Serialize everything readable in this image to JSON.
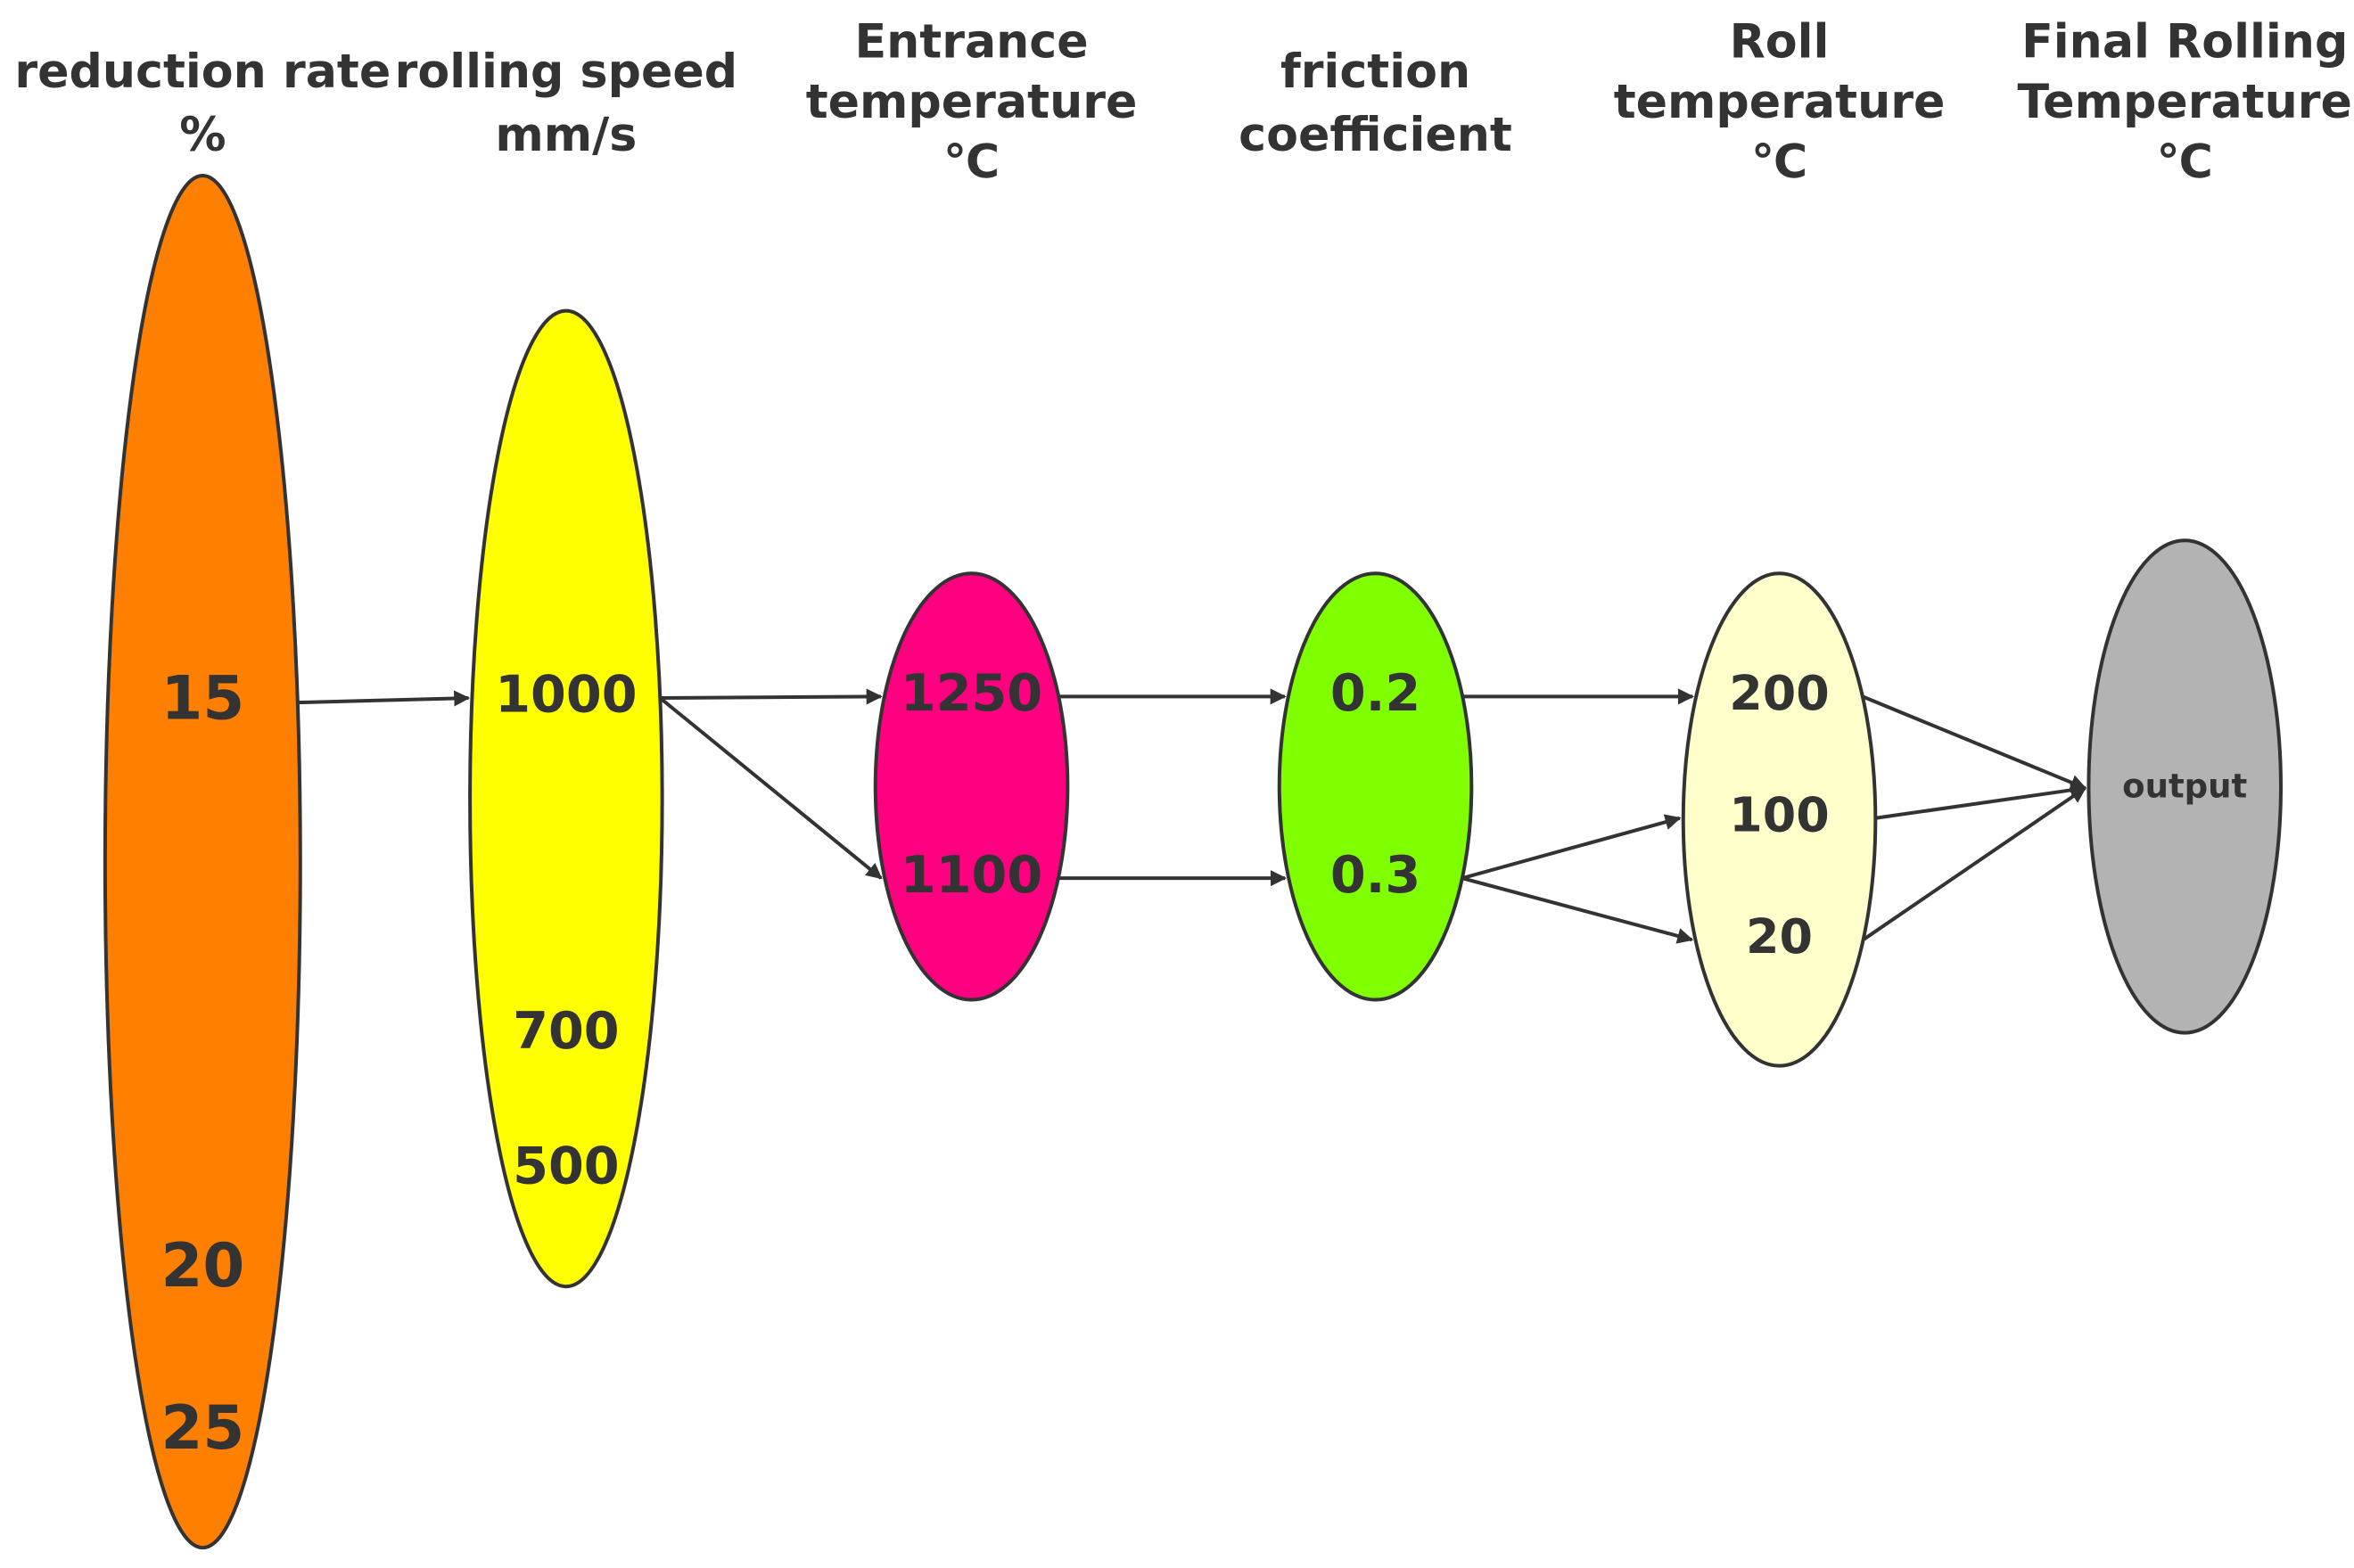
{
  "columns": [
    {
      "id": "reduction-rate",
      "title_lines": [
        "reduction rate",
        "%"
      ],
      "fill": "#FF8000",
      "values": [
        "15",
        "20",
        "25"
      ]
    },
    {
      "id": "rolling-speed",
      "title_lines": [
        "rolling speed",
        "mm/s"
      ],
      "fill": "#FFFF00",
      "values": [
        "1000",
        "700",
        "500"
      ]
    },
    {
      "id": "entrance-temperature",
      "title_lines": [
        "Entrance",
        "temperature",
        "℃"
      ],
      "fill": "#FF0080",
      "values": [
        "1250",
        "1100"
      ]
    },
    {
      "id": "friction-coefficient",
      "title_lines": [
        "friction",
        "coefficient"
      ],
      "fill": "#80FF00",
      "values": [
        "0.2",
        "0.3"
      ]
    },
    {
      "id": "roll-temperature",
      "title_lines": [
        "Roll",
        "temperature",
        "℃"
      ],
      "fill": "#FFFFCC",
      "values": [
        "200",
        "100",
        "20"
      ]
    },
    {
      "id": "final-rolling-temperature",
      "title_lines": [
        "Final Rolling",
        "Temperature",
        "℃"
      ],
      "fill": "#B3B3B3",
      "values": [
        "output"
      ]
    }
  ],
  "edges": [
    {
      "from": "reduction-rate.15",
      "to": "rolling-speed.1000"
    },
    {
      "from": "rolling-speed.1000",
      "to": "entrance-temperature.1250"
    },
    {
      "from": "rolling-speed.1000",
      "to": "entrance-temperature.1100"
    },
    {
      "from": "entrance-temperature.1250",
      "to": "friction-coefficient.0.2"
    },
    {
      "from": "entrance-temperature.1100",
      "to": "friction-coefficient.0.3"
    },
    {
      "from": "friction-coefficient.0.2",
      "to": "roll-temperature.200"
    },
    {
      "from": "friction-coefficient.0.3",
      "to": "roll-temperature.100"
    },
    {
      "from": "friction-coefficient.0.3",
      "to": "roll-temperature.20"
    },
    {
      "from": "roll-temperature.200",
      "to": "final-rolling-temperature.output"
    },
    {
      "from": "roll-temperature.100",
      "to": "final-rolling-temperature.output"
    },
    {
      "from": "roll-temperature.20",
      "to": "final-rolling-temperature.output"
    }
  ]
}
